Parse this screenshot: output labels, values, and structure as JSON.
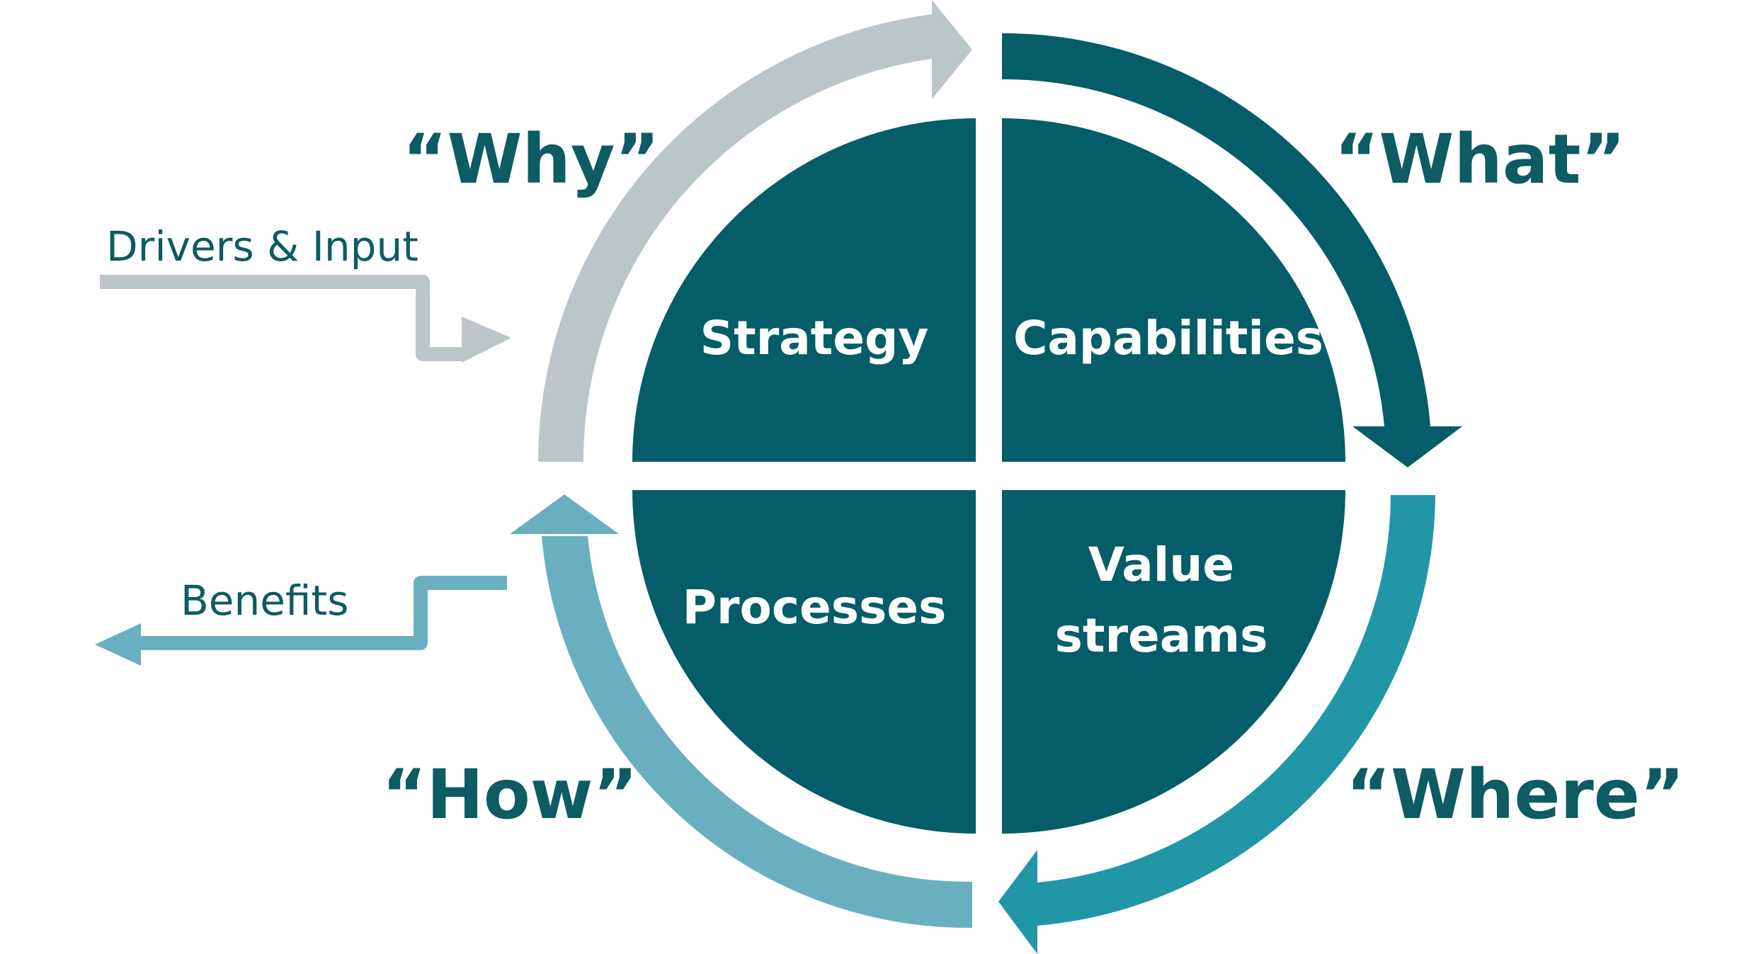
{
  "colors": {
    "quadrant_fill": "#045d69",
    "why_arrow": "#bcc5c8",
    "what_arrow": "#045d69",
    "where_arrow": "#2196a6",
    "how_arrow": "#6aafc0",
    "question_text": "#0d5b63",
    "quadrant_text": "#ffffff"
  },
  "quadrants": {
    "strategy": "Strategy",
    "capabilities": "Capabilities",
    "processes": "Processes",
    "value_streams_line1": "Value",
    "value_streams_line2": "streams"
  },
  "questions": {
    "why": "“Why”",
    "what": "“What”",
    "where": "“Where”",
    "how": "“How”"
  },
  "side": {
    "drivers_input": "Drivers & Input",
    "benefits": "Benefits"
  }
}
